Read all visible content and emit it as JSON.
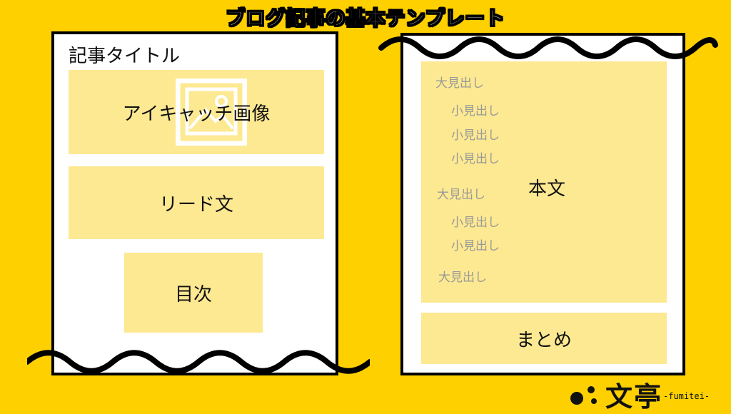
{
  "title": "ブログ記事の基本テンプレート",
  "left_panel": {
    "article_title": "記事タイトル",
    "eyecatch": "アイキャッチ画像",
    "lead": "リード文",
    "toc": "目次"
  },
  "right_panel": {
    "body": "本文",
    "summary": "まとめ",
    "headings": [
      {
        "level": "large",
        "text": "大見出し"
      },
      {
        "level": "small",
        "text": "小見出し"
      },
      {
        "level": "small",
        "text": "小見出し"
      },
      {
        "level": "small",
        "text": "小見出し"
      },
      {
        "level": "large",
        "text": "大見出し"
      },
      {
        "level": "small",
        "text": "小見出し"
      },
      {
        "level": "small",
        "text": "小見出し"
      },
      {
        "level": "large",
        "text": "大見出し"
      }
    ]
  },
  "logo": {
    "mark": "文亭",
    "sub": "-fumitei-"
  },
  "colors": {
    "background": "#ffd000",
    "box_fill": "#fde992",
    "heading_text": "#999999"
  }
}
